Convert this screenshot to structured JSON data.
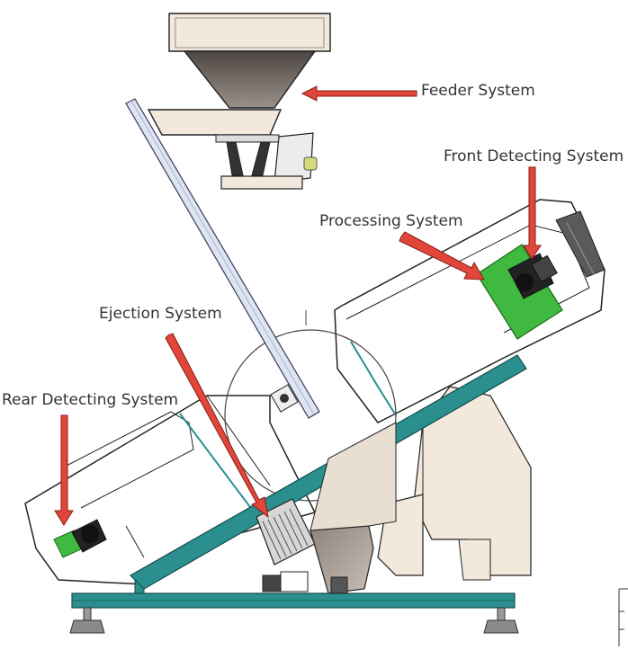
{
  "diagram": {
    "labels": {
      "feeder": "Feeder System",
      "front_detecting": "Front Detecting System",
      "processing": "Processing System",
      "ejection": "Ejection System",
      "rear_detecting": "Rear Detecting System"
    },
    "colors": {
      "arrow": "#e0463a",
      "frame_teal": "#2a8f8e",
      "hopper_beige": "#f2e8dc",
      "hopper_dark": "#6b6460",
      "circuit_green": "#3fb93f",
      "chute_blue": "#dde4f2",
      "outline": "#222222"
    }
  }
}
